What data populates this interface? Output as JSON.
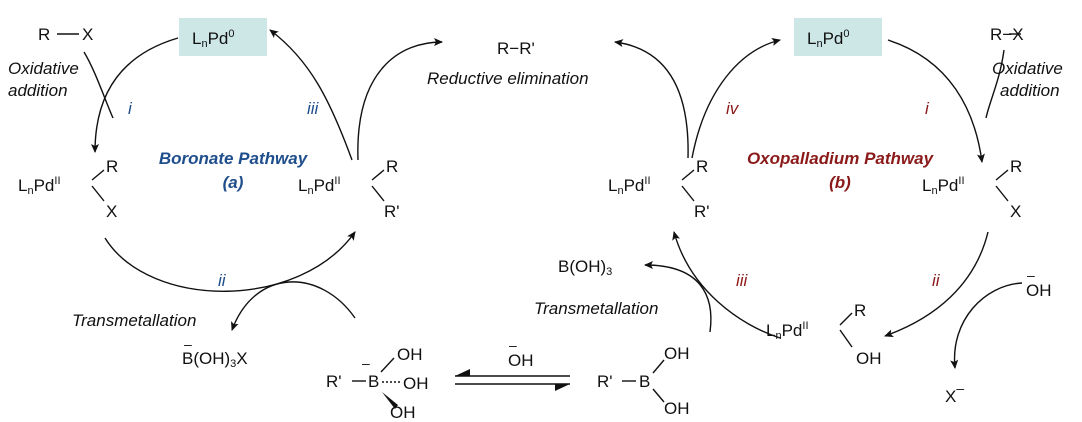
{
  "colors": {
    "boronate": "#1f4e8c",
    "oxopalladium": "#8b1a1a",
    "catalyst_box": "#cde6e6",
    "ink": "#111111"
  },
  "left_cycle": {
    "title": "Boronate Pathway",
    "tag": "(a)",
    "catalyst": {
      "L": "L",
      "n": "n",
      "Pd": "Pd",
      "ox": "0"
    },
    "oa_complex": {
      "L": "L",
      "n": "n",
      "Pd": "Pd",
      "ox": "II",
      "r": "R",
      "x": "X"
    },
    "tm_complex": {
      "L": "L",
      "n": "n",
      "Pd": "Pd",
      "ox": "II",
      "r": "R",
      "r2": "R'"
    },
    "step_i": "i",
    "step_ii": "ii",
    "step_iii": "iii",
    "substrate": {
      "r": "R",
      "x": "X"
    },
    "oa_line1": "Oxidative",
    "oa_line2": "addition",
    "tm_label": "Transmetallation",
    "byproduct": {
      "charge": "–",
      "main": "B(OH)",
      "sub": "3",
      "tail": "X"
    }
  },
  "center": {
    "product": "R−R'",
    "re_label": "Reductive elimination",
    "boronate": {
      "r": "R'",
      "charge": "–",
      "b": "B",
      "oh1": "OH",
      "oh2": "OH",
      "oh3": "OH"
    },
    "equilibrium_reagent": {
      "charge": "–",
      "oh": "OH"
    },
    "boronic_acid": {
      "r": "R'",
      "b": "B",
      "oh1": "OH",
      "oh2": "OH"
    }
  },
  "right_cycle": {
    "title": "Oxopalladium Pathway",
    "tag": "(b)",
    "catalyst": {
      "L": "L",
      "n": "n",
      "Pd": "Pd",
      "ox": "0"
    },
    "substrate": "R−X",
    "oa_line1": "Oxidative",
    "oa_line2": "addition",
    "oa_complex": {
      "L": "L",
      "n": "n",
      "Pd": "Pd",
      "ox": "II",
      "r": "R",
      "x": "X"
    },
    "hydroxo_complex": {
      "L": "L",
      "n": "n",
      "Pd": "Pd",
      "ox": "II",
      "r": "R",
      "oh": "OH"
    },
    "tm_complex": {
      "L": "L",
      "n": "n",
      "Pd": "Pd",
      "ox": "II",
      "r": "R",
      "r2": "R'"
    },
    "step_i": "i",
    "step_ii": "ii",
    "step_iii": "iii",
    "step_iv": "iv",
    "hydroxide": {
      "charge": "–",
      "oh": "OH"
    },
    "halide": {
      "x": "X",
      "charge": "–"
    },
    "borate_out": {
      "main": "B(OH)",
      "sub": "3"
    },
    "tm_label": "Transmetallation"
  }
}
